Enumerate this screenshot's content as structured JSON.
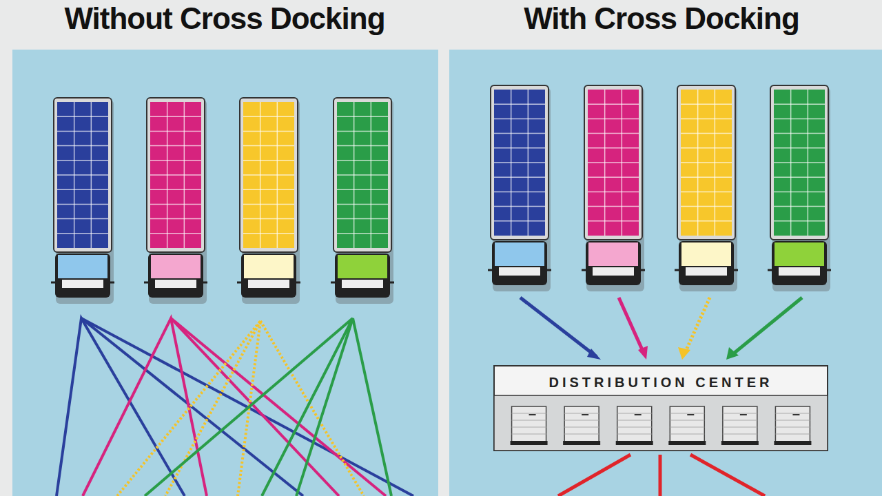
{
  "diagram": {
    "nodes": [
      {
        "text": [
          "DISTRIBUTION CENTER"
        ]
      }
    ],
    "labels": [
      "Without Cross Docking",
      "With Cross Docking"
    ]
  }
}
